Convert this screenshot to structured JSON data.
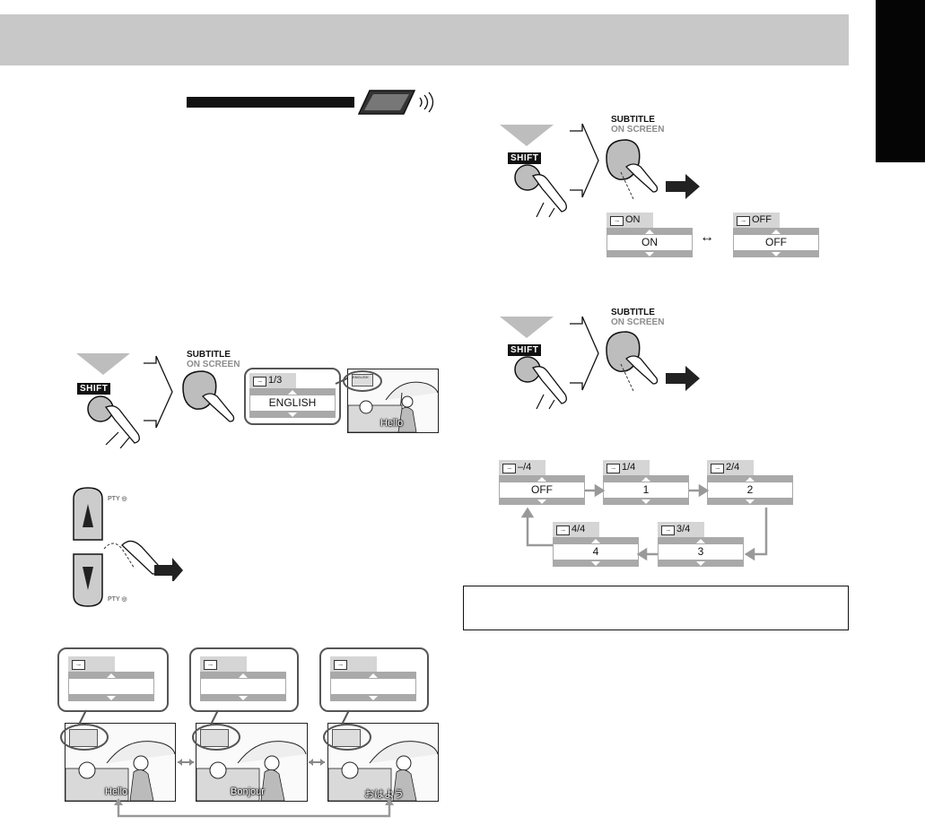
{
  "remote_indicator": {
    "bar_label": ""
  },
  "buttons": {
    "shift_label": "SHIFT",
    "subtitle_line1": "SUBTITLE",
    "subtitle_line2": "ON SCREEN",
    "pty_up": "PTY",
    "pty_down": "PTY"
  },
  "step_select": {
    "osd": {
      "caption": "1/3",
      "value": "ENGLISH"
    },
    "scene_subtitle": "Hello",
    "scene_mini_osd": "ENGLISH"
  },
  "on_off": {
    "on": {
      "caption": "ON",
      "value": "ON"
    },
    "off": {
      "caption": "OFF",
      "value": "OFF"
    },
    "arrow": "↔"
  },
  "cycle": [
    {
      "caption": "–/4",
      "value": "OFF"
    },
    {
      "caption": "1/4",
      "value": "1"
    },
    {
      "caption": "2/4",
      "value": "2"
    },
    {
      "caption": "3/4",
      "value": "3"
    },
    {
      "caption": "4/4",
      "value": "4"
    }
  ],
  "language_scenes": [
    {
      "subtitle": "Hello"
    },
    {
      "subtitle": "Bonjour"
    },
    {
      "subtitle": "おはよう"
    }
  ],
  "osd_icon_glyph": "....",
  "note": {
    "text": ""
  }
}
